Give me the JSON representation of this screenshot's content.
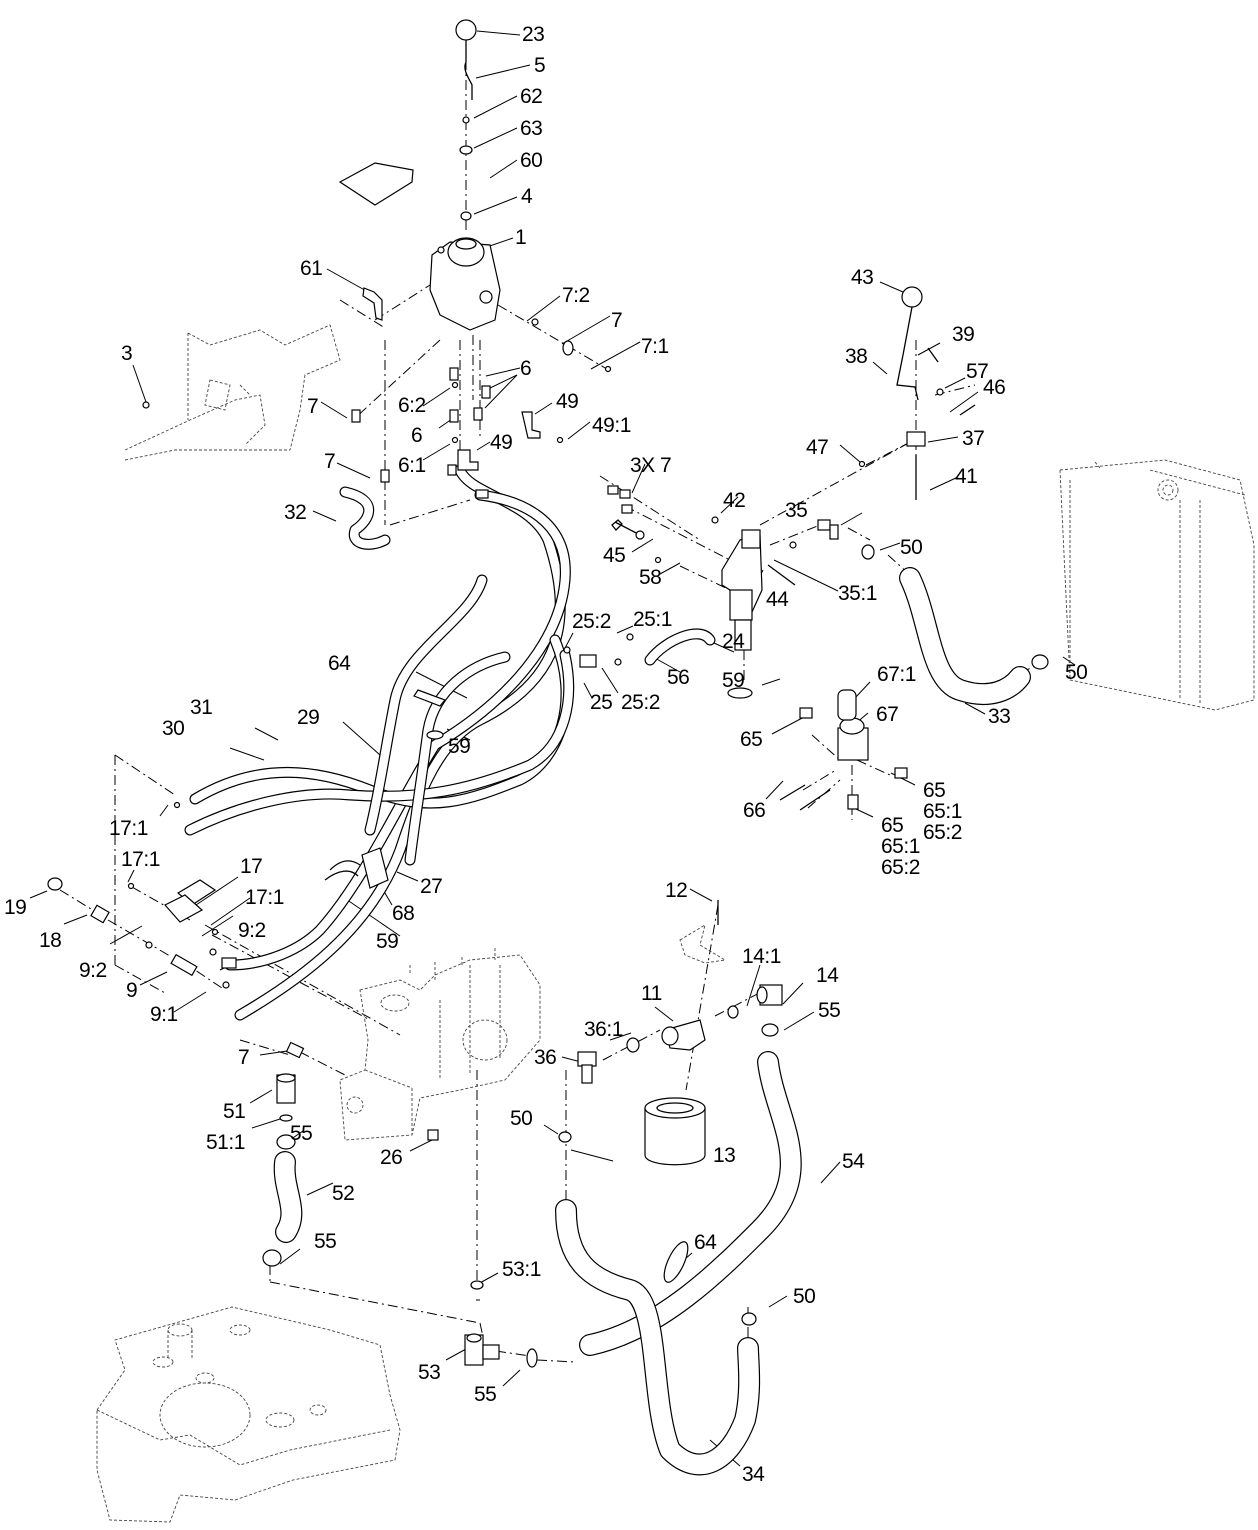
{
  "diagram": {
    "type": "exploded-parts-diagram",
    "subject": "hydraulic control valve, pump, filter and hose assembly",
    "callouts": [
      {
        "id": "c-23",
        "text": "23"
      },
      {
        "id": "c-5",
        "text": "5"
      },
      {
        "id": "c-62",
        "text": "62"
      },
      {
        "id": "c-63",
        "text": "63"
      },
      {
        "id": "c-60",
        "text": "60"
      },
      {
        "id": "c-4",
        "text": "4"
      },
      {
        "id": "c-1",
        "text": "1"
      },
      {
        "id": "c-61",
        "text": "61"
      },
      {
        "id": "c-7-2a",
        "text": "7:2"
      },
      {
        "id": "c-7a",
        "text": "7"
      },
      {
        "id": "c-7-1a",
        "text": "7:1"
      },
      {
        "id": "c-3",
        "text": "3"
      },
      {
        "id": "c-6a",
        "text": "6"
      },
      {
        "id": "c-6-2",
        "text": "6:2"
      },
      {
        "id": "c-6b",
        "text": "6"
      },
      {
        "id": "c-6-1",
        "text": "6:1"
      },
      {
        "id": "c-7b",
        "text": "7"
      },
      {
        "id": "c-7c",
        "text": "7"
      },
      {
        "id": "c-49a",
        "text": "49"
      },
      {
        "id": "c-49-1",
        "text": "49:1"
      },
      {
        "id": "c-49b",
        "text": "49"
      },
      {
        "id": "c-32",
        "text": "32"
      },
      {
        "id": "c-43",
        "text": "43"
      },
      {
        "id": "c-39",
        "text": "39"
      },
      {
        "id": "c-38",
        "text": "38"
      },
      {
        "id": "c-57",
        "text": "57"
      },
      {
        "id": "c-46",
        "text": "46"
      },
      {
        "id": "c-47",
        "text": "47"
      },
      {
        "id": "c-37",
        "text": "37"
      },
      {
        "id": "c-41",
        "text": "41"
      },
      {
        "id": "c-3x7",
        "text": "3X 7"
      },
      {
        "id": "c-42",
        "text": "42"
      },
      {
        "id": "c-35",
        "text": "35"
      },
      {
        "id": "c-50a",
        "text": "50"
      },
      {
        "id": "c-45",
        "text": "45"
      },
      {
        "id": "c-58",
        "text": "58"
      },
      {
        "id": "c-44",
        "text": "44"
      },
      {
        "id": "c-35-1",
        "text": "35:1"
      },
      {
        "id": "c-25-2a",
        "text": "25:2"
      },
      {
        "id": "c-25-1",
        "text": "25:1"
      },
      {
        "id": "c-24",
        "text": "24"
      },
      {
        "id": "c-56",
        "text": "56"
      },
      {
        "id": "c-25",
        "text": "25"
      },
      {
        "id": "c-25-2b",
        "text": "25:2"
      },
      {
        "id": "c-59a",
        "text": "59"
      },
      {
        "id": "c-50b",
        "text": "50"
      },
      {
        "id": "c-33",
        "text": "33"
      },
      {
        "id": "c-64a",
        "text": "64"
      },
      {
        "id": "c-59b",
        "text": "59"
      },
      {
        "id": "c-31",
        "text": "31"
      },
      {
        "id": "c-30",
        "text": "30"
      },
      {
        "id": "c-29",
        "text": "29"
      },
      {
        "id": "c-67-1",
        "text": "67:1"
      },
      {
        "id": "c-67",
        "text": "67"
      },
      {
        "id": "c-65a",
        "text": "65"
      },
      {
        "id": "c-66",
        "text": "66"
      },
      {
        "id": "c-65b",
        "text": "65\n65:1\n65:2"
      },
      {
        "id": "c-65c",
        "text": "65\n65:1\n65:2"
      },
      {
        "id": "c-17-1a",
        "text": "17:1"
      },
      {
        "id": "c-17-1b",
        "text": "17:1"
      },
      {
        "id": "c-17",
        "text": "17"
      },
      {
        "id": "c-17-1c",
        "text": "17:1"
      },
      {
        "id": "c-27",
        "text": "27"
      },
      {
        "id": "c-68",
        "text": "68"
      },
      {
        "id": "c-59c",
        "text": "59"
      },
      {
        "id": "c-19",
        "text": "19"
      },
      {
        "id": "c-18",
        "text": "18"
      },
      {
        "id": "c-9-2a",
        "text": "9:2"
      },
      {
        "id": "c-9-2b",
        "text": "9:2"
      },
      {
        "id": "c-9",
        "text": "9"
      },
      {
        "id": "c-9-1",
        "text": "9:1"
      },
      {
        "id": "c-12",
        "text": "12"
      },
      {
        "id": "c-14-1",
        "text": "14:1"
      },
      {
        "id": "c-14",
        "text": "14"
      },
      {
        "id": "c-11",
        "text": "11"
      },
      {
        "id": "c-55a",
        "text": "55"
      },
      {
        "id": "c-36-1",
        "text": "36:1"
      },
      {
        "id": "c-36",
        "text": "36"
      },
      {
        "id": "c-7d",
        "text": "7"
      },
      {
        "id": "c-51",
        "text": "51"
      },
      {
        "id": "c-51-1",
        "text": "51:1"
      },
      {
        "id": "c-55b",
        "text": "55"
      },
      {
        "id": "c-26",
        "text": "26"
      },
      {
        "id": "c-50c",
        "text": "50"
      },
      {
        "id": "c-13",
        "text": "13"
      },
      {
        "id": "c-54",
        "text": "54"
      },
      {
        "id": "c-52",
        "text": "52"
      },
      {
        "id": "c-55c",
        "text": "55"
      },
      {
        "id": "c-64b",
        "text": "64"
      },
      {
        "id": "c-53-1",
        "text": "53:1"
      },
      {
        "id": "c-50d",
        "text": "50"
      },
      {
        "id": "c-53",
        "text": "53"
      },
      {
        "id": "c-55d",
        "text": "55"
      },
      {
        "id": "c-34",
        "text": "34"
      }
    ]
  }
}
